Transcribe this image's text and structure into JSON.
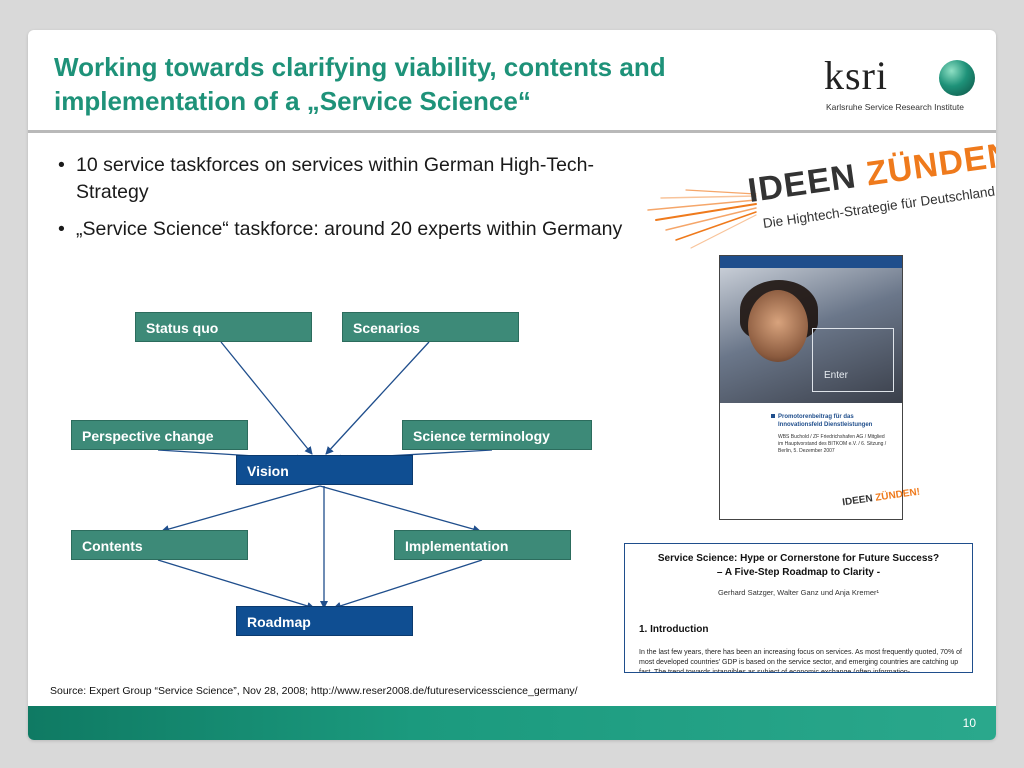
{
  "slide": {
    "title_line1": "Working towards clarifying viability, contents and",
    "title_line2": "implementation  of a „Service Science“",
    "page_number": "10",
    "source": "Source: Expert Group “Service Science”, Nov 28, 2008; http://www.reser2008.de/futureservicesscience_germany/"
  },
  "logo": {
    "word": "ksri",
    "subtitle": "Karlsruhe  Service Research Institute"
  },
  "bullets": [
    "10 service taskforces on services within German High-Tech-Strategy",
    "„Service Science“ taskforce: around 20 experts within Germany"
  ],
  "ideen": {
    "word1": "IDEEN ",
    "word2": "ZÜNDEN!",
    "subtitle": "Die Hightech-Strategie für Deutschland",
    "brand_orange": "#ef7a1c"
  },
  "brochure": {
    "enter_label": "Enter",
    "heading": "Promotorenbeitrag für das Innovationsfeld Dienstleistungen",
    "text": "WBS Buchold / ZF Friedrichshafen AG / Mitglied im Hauptvorstand des BITKOM e.V. / 6. Sitzung / Berlin, 5. Dezember 2007",
    "logo_word1": "IDEEN ",
    "logo_word2": "ZÜNDEN!"
  },
  "paper": {
    "title_line1": "Service Science: Hype or Cornerstone for Future Success?",
    "title_line2": "– A Five-Step Roadmap to Clarity -",
    "authors": "Gerhard Satzger, Walter Ganz und Anja Kremer¹",
    "section": "1.  Introduction",
    "body": "In the last few years, there has been an increasing focus on services.  As most frequently quoted, 70% of most developed countries' GDP is based on the service sector, and emerging countries are catching up fast. The trend towards intangibles as subject of economic exchange (often information-"
  },
  "diagram": {
    "status_quo": "Status quo",
    "scenarios": "Scenarios",
    "perspective_change": "Perspective change",
    "science_terminology": "Science terminology",
    "vision": "Vision",
    "contents": "Contents",
    "implementation": "Implementation",
    "roadmap": "Roadmap"
  },
  "colors": {
    "title_green": "#1e9279",
    "box_green": "#3d8a78",
    "box_blue": "#0f4e92",
    "arrow_blue": "#1f4e8c"
  }
}
